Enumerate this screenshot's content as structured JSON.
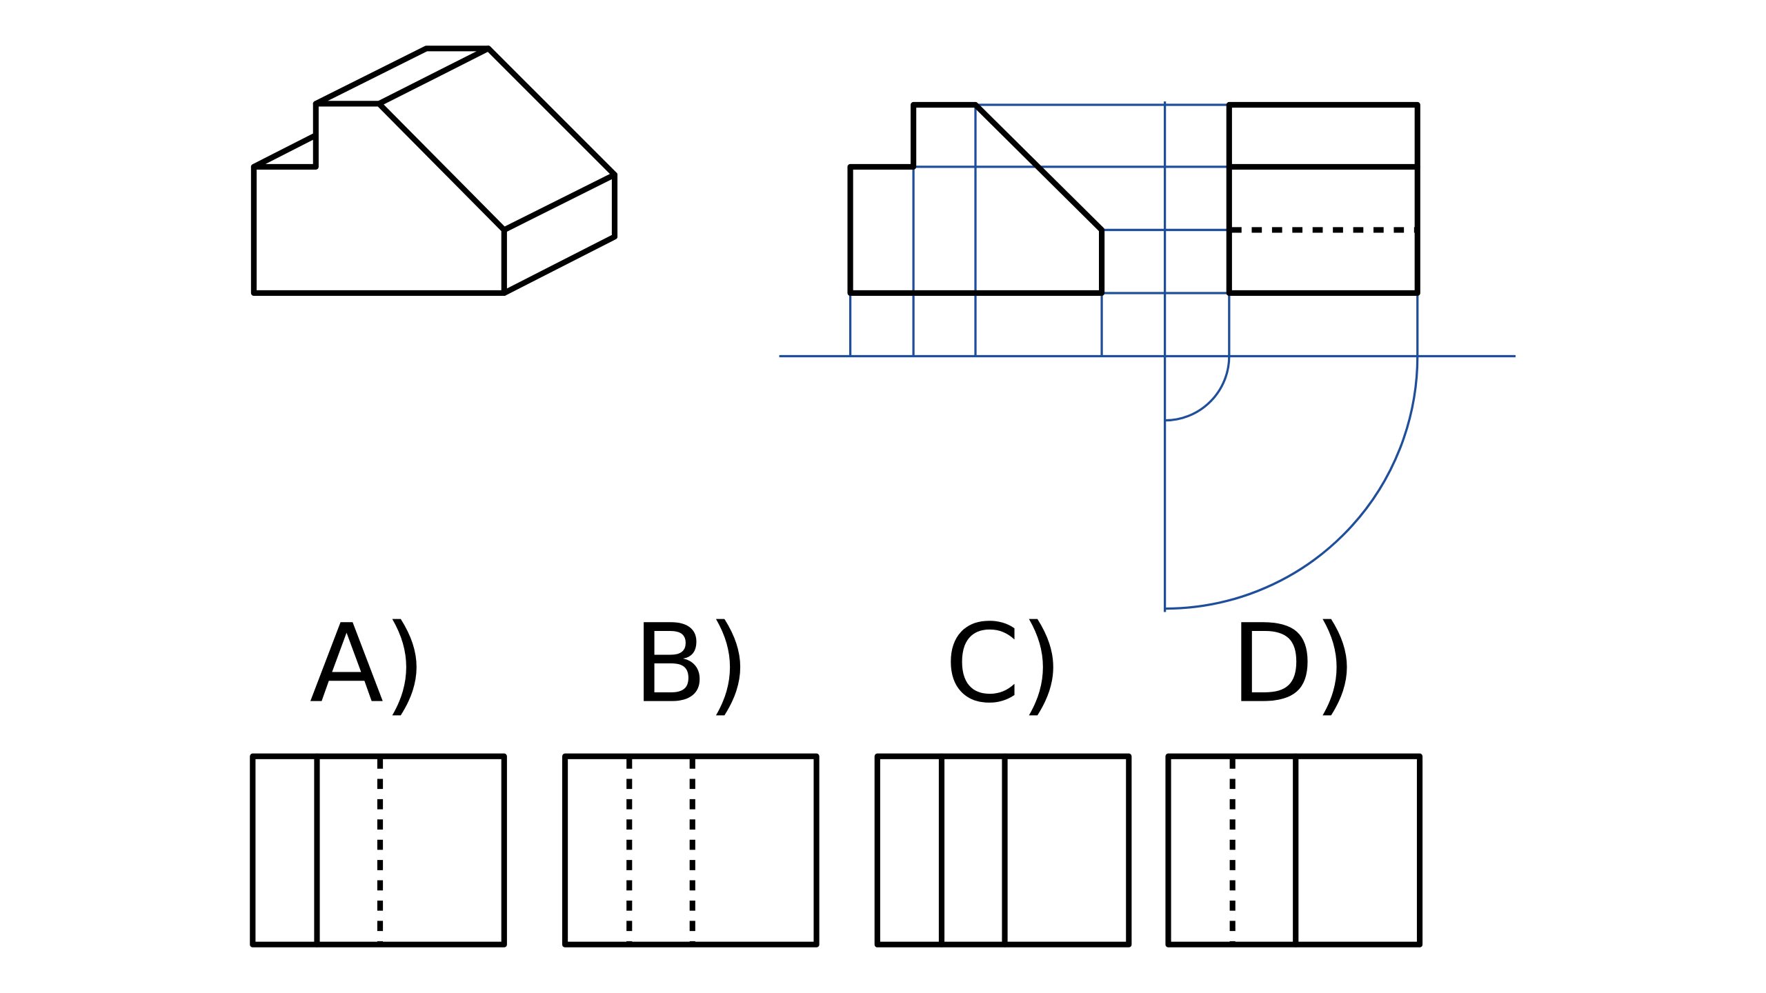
{
  "options": {
    "a_label": "A)",
    "b_label": "B)",
    "c_label": "C)",
    "d_label": "D)"
  }
}
